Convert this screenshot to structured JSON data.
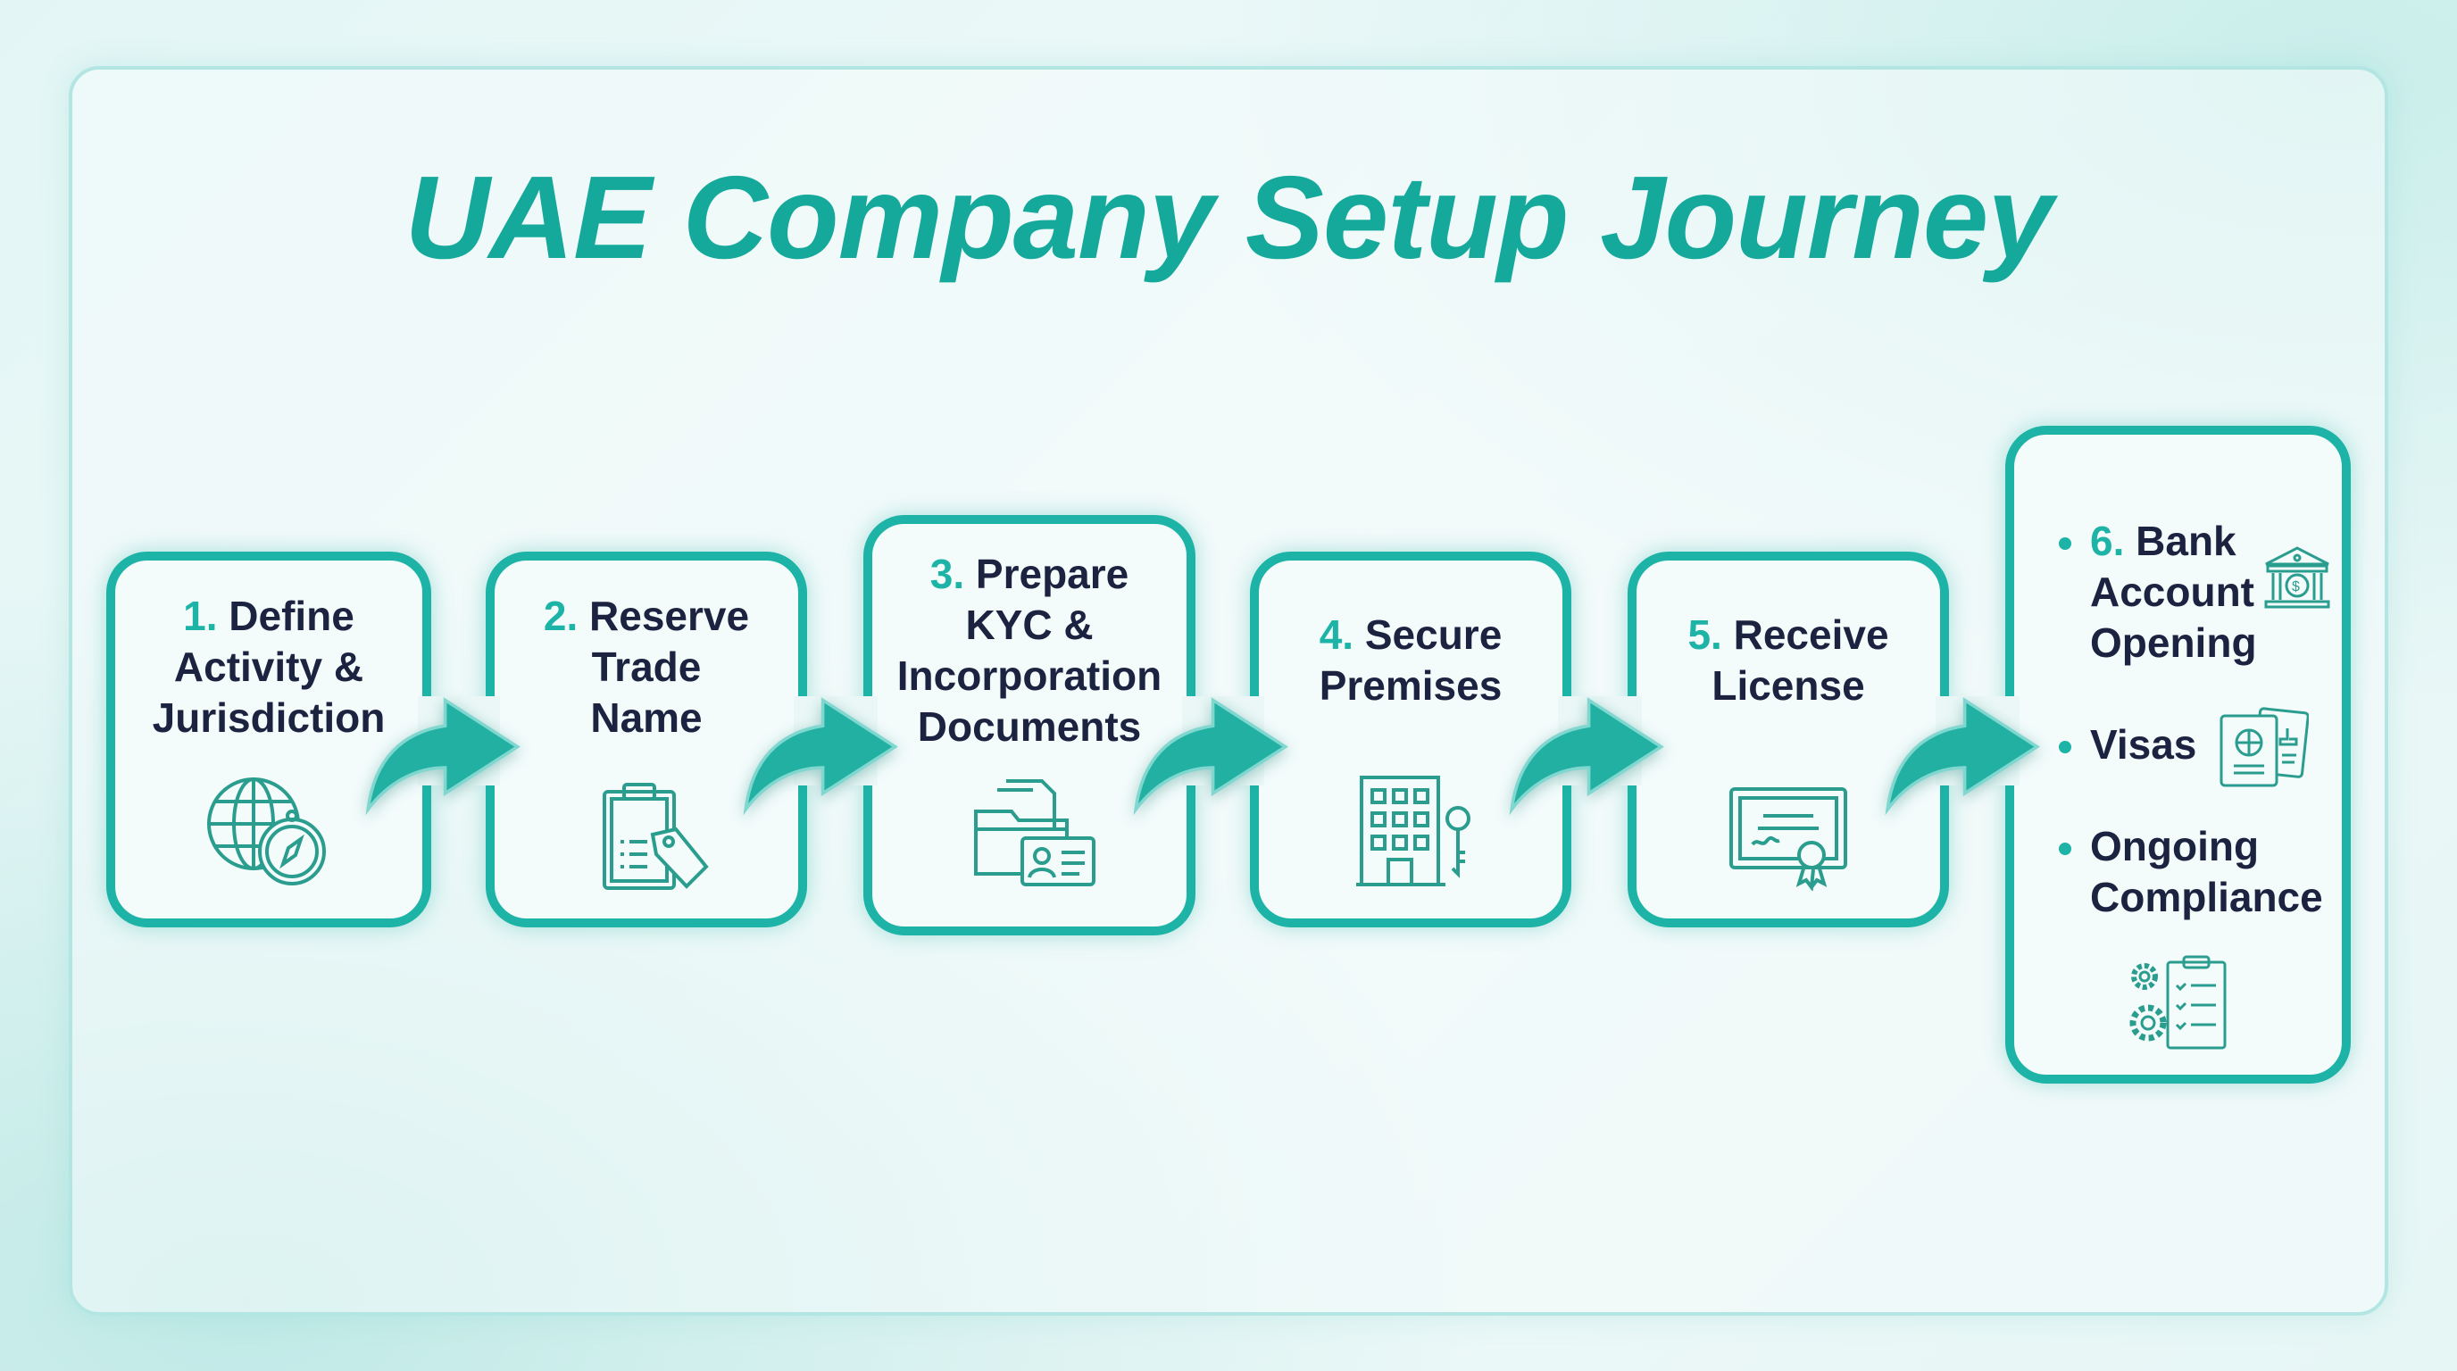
{
  "title": "UAE Company Setup Journey",
  "steps": [
    {
      "num": "1.",
      "lines": [
        "Define",
        "Activity &",
        "Jurisdiction"
      ],
      "icon": "globe-compass-icon"
    },
    {
      "num": "2.",
      "lines": [
        "Reserve",
        "Trade",
        "Name"
      ],
      "icon": "clipboard-tag-icon"
    },
    {
      "num": "3.",
      "lines": [
        "Prepare",
        "KYC &",
        "Incorporation",
        "Documents"
      ],
      "icon": "folder-id-card-icon"
    },
    {
      "num": "4.",
      "lines": [
        "Secure",
        "Premises"
      ],
      "icon": "building-key-icon"
    },
    {
      "num": "5.",
      "lines": [
        "Receive",
        "License"
      ],
      "icon": "certificate-icon"
    }
  ],
  "final": {
    "num": "6.",
    "items": [
      {
        "lines": [
          "Bank",
          "Account",
          "Opening"
        ],
        "icon": "bank-icon"
      },
      {
        "lines": [
          "Visas"
        ],
        "icon": "passport-visa-icon"
      },
      {
        "lines": [
          "Ongoing",
          "Compliance"
        ],
        "icon": "gears-checklist-icon"
      }
    ]
  },
  "colors": {
    "accent": "#1db3a6",
    "text": "#1b2340",
    "title": "#15a99b"
  }
}
